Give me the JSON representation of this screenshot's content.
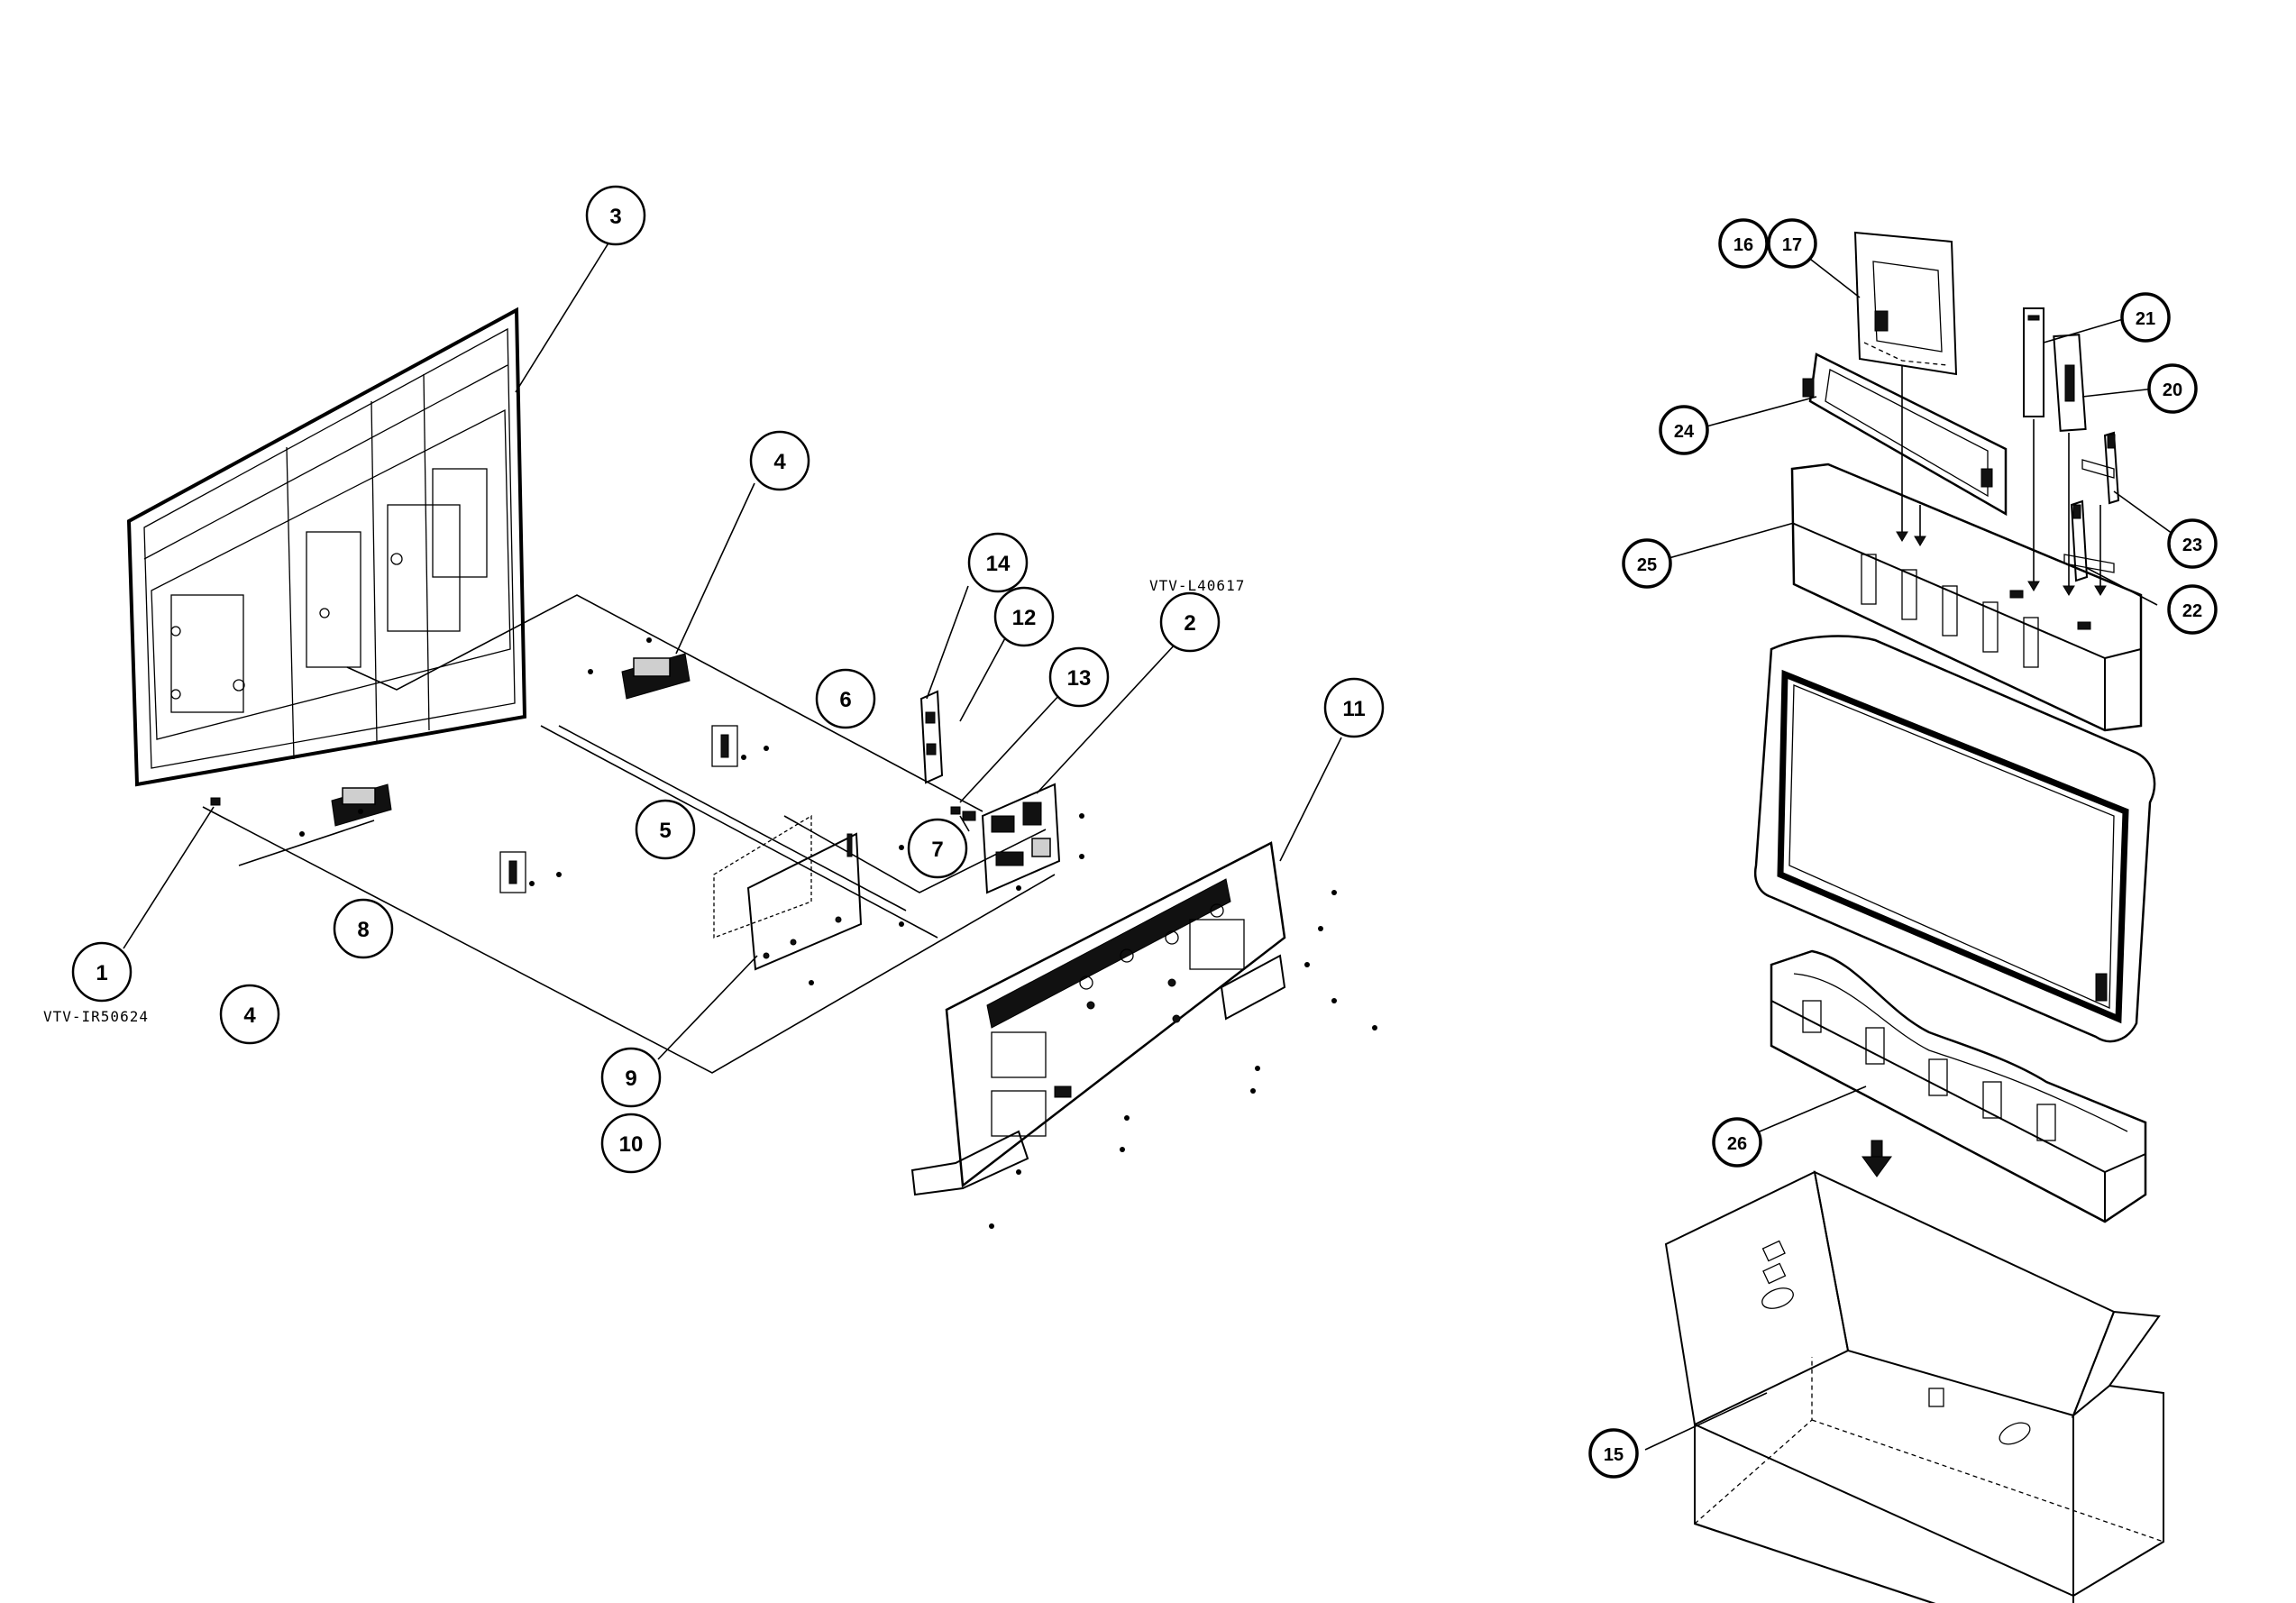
{
  "diagram": {
    "code_labels": {
      "main_board": "VTV-L40617",
      "ir_board": "VTV-IR50624"
    },
    "callouts": [
      {
        "id": "c1",
        "label": "1"
      },
      {
        "id": "c2",
        "label": "2"
      },
      {
        "id": "c3",
        "label": "3"
      },
      {
        "id": "c4a",
        "label": "4"
      },
      {
        "id": "c4b",
        "label": "4"
      },
      {
        "id": "c5",
        "label": "5"
      },
      {
        "id": "c6",
        "label": "6"
      },
      {
        "id": "c7",
        "label": "7"
      },
      {
        "id": "c8",
        "label": "8"
      },
      {
        "id": "c9",
        "label": "9"
      },
      {
        "id": "c10",
        "label": "10"
      },
      {
        "id": "c11",
        "label": "11"
      },
      {
        "id": "c12",
        "label": "12"
      },
      {
        "id": "c13",
        "label": "13"
      },
      {
        "id": "c14",
        "label": "14"
      },
      {
        "id": "c15",
        "label": "15"
      },
      {
        "id": "c16",
        "label": "16"
      },
      {
        "id": "c17",
        "label": "17"
      },
      {
        "id": "c20",
        "label": "20"
      },
      {
        "id": "c21",
        "label": "21"
      },
      {
        "id": "c22",
        "label": "22"
      },
      {
        "id": "c23",
        "label": "23"
      },
      {
        "id": "c24",
        "label": "24"
      },
      {
        "id": "c25",
        "label": "25"
      },
      {
        "id": "c26",
        "label": "26"
      }
    ]
  }
}
